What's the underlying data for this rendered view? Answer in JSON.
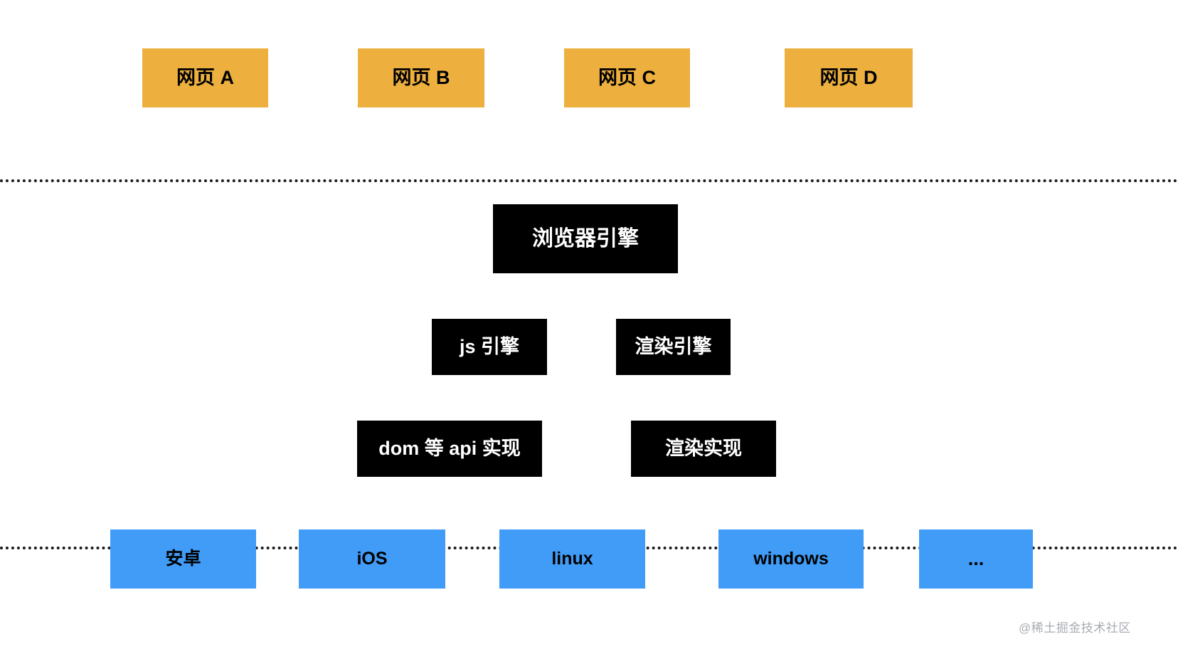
{
  "diagram": {
    "title": "browser-architecture-layers",
    "background_color": "#ffffff",
    "layers": {
      "web_pages": {
        "color": "#edb03f",
        "items": [
          {
            "label": "网页 A",
            "name": "web-page-a"
          },
          {
            "label": "网页 B",
            "name": "web-page-b"
          },
          {
            "label": "网页 C",
            "name": "web-page-c"
          },
          {
            "label": "网页 D",
            "name": "web-page-d"
          }
        ]
      },
      "browser": {
        "color": "#000000",
        "text_color": "#ffffff",
        "top": {
          "label": "浏览器引擎"
        },
        "middle": [
          {
            "label": "js 引擎"
          },
          {
            "label": "渲染引擎"
          }
        ],
        "bottom": [
          {
            "label": "dom 等 api 实现"
          },
          {
            "label": "渲染实现"
          }
        ]
      },
      "operating_systems": {
        "color": "#409cf7",
        "items": [
          {
            "label": "安卓",
            "name": "os-android"
          },
          {
            "label": "iOS",
            "name": "os-ios"
          },
          {
            "label": "linux",
            "name": "os-linux"
          },
          {
            "label": "windows",
            "name": "os-windows"
          },
          {
            "label": "...",
            "name": "os-more"
          }
        ]
      }
    },
    "dividers": {
      "style": "dotted",
      "color": "#1a1a1a",
      "count": 2
    },
    "watermark": {
      "text": "@稀土掘金技术社区",
      "color": "#a8acb3"
    }
  }
}
